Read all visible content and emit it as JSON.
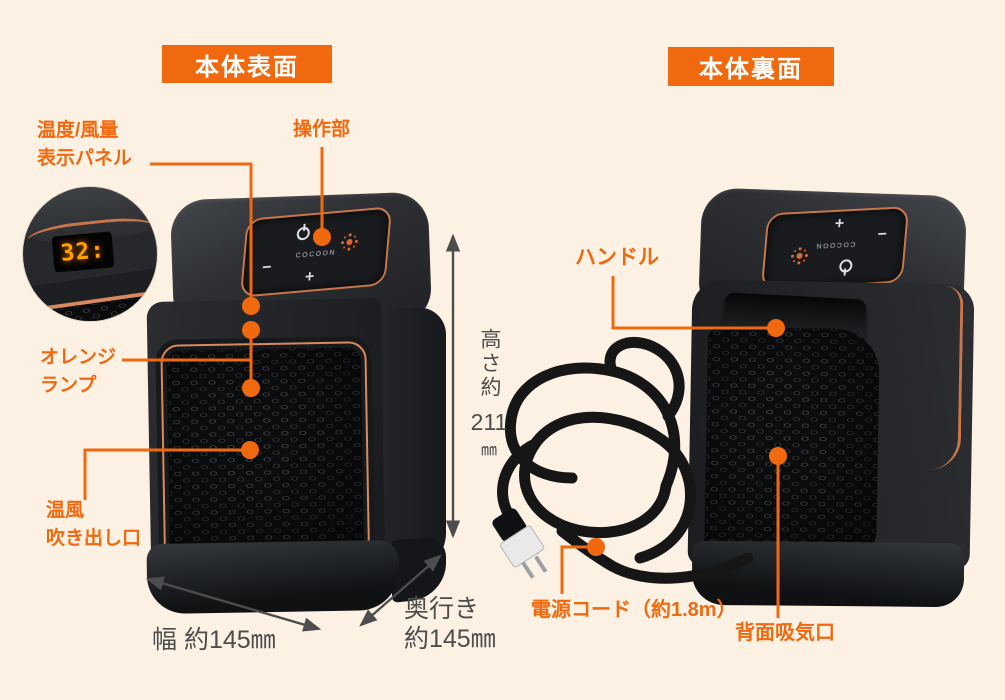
{
  "colors": {
    "background": "#fcf1e2",
    "accent": "#f0690f",
    "copper": "#d98a5c",
    "dim_text": "#4d4d4d",
    "led": "#ffa000",
    "badge_text": "#ffffff"
  },
  "badges": {
    "front": "本体表面",
    "back": "本体裏面"
  },
  "callouts": {
    "display_panel": {
      "line1": "温度/風量",
      "line2": "表示パネル"
    },
    "controls": {
      "label": "操作部"
    },
    "orange_lamp": {
      "line1": "オレンジ",
      "line2": "ランプ"
    },
    "air_outlet": {
      "line1": "温風",
      "line2": "吹き出し口"
    },
    "handle": {
      "label": "ハンドル"
    },
    "power_cord": {
      "label": "電源コード（約1.8m）"
    },
    "rear_intake": {
      "label": "背面吸気口"
    }
  },
  "dimensions": {
    "height": {
      "label": "高さ約",
      "value": "211",
      "unit": "㎜"
    },
    "width": {
      "label": "幅 約145㎜"
    },
    "depth": {
      "line1": "奥行き",
      "line2": "約145㎜"
    }
  },
  "inset": {
    "led_value": "32:"
  },
  "device": {
    "brand": "COCOON",
    "panel": {
      "minus": "−",
      "plus": "+"
    }
  }
}
